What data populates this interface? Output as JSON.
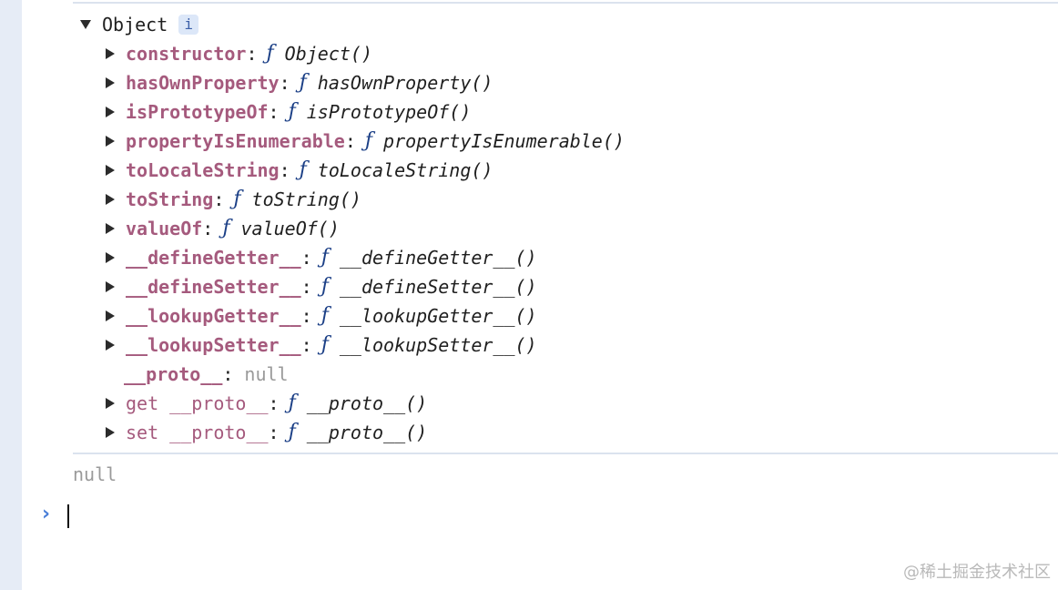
{
  "console": {
    "object": {
      "label": "Object",
      "info_badge": "i",
      "properties": [
        {
          "key": "constructor",
          "value": "Object()"
        },
        {
          "key": "hasOwnProperty",
          "value": "hasOwnProperty()"
        },
        {
          "key": "isPrototypeOf",
          "value": "isPrototypeOf()"
        },
        {
          "key": "propertyIsEnumerable",
          "value": "propertyIsEnumerable()"
        },
        {
          "key": "toLocaleString",
          "value": "toLocaleString()"
        },
        {
          "key": "toString",
          "value": "toString()"
        },
        {
          "key": "valueOf",
          "value": "valueOf()"
        },
        {
          "key": "__defineGetter__",
          "value": "__defineGetter__()"
        },
        {
          "key": "__defineSetter__",
          "value": "__defineSetter__()"
        },
        {
          "key": "__lookupGetter__",
          "value": "__lookupGetter__()"
        },
        {
          "key": "__lookupSetter__",
          "value": "__lookupSetter__()"
        }
      ],
      "proto_key": "__proto__",
      "proto_value": "null",
      "getter": {
        "key": "get __proto__",
        "value": "__proto__()"
      },
      "setter": {
        "key": "set __proto__",
        "value": "__proto__()"
      },
      "function_glyph": "ƒ"
    },
    "result_null": "null",
    "prompt_glyph": "›"
  },
  "watermark": "@稀土掘金技术社区",
  "colors": {
    "property_key": "#a55a7d",
    "function_glyph": "#1b3f86",
    "null_value": "#9a9a9a",
    "prompt": "#4a7fd8",
    "gutter": "#e6ecf6"
  }
}
